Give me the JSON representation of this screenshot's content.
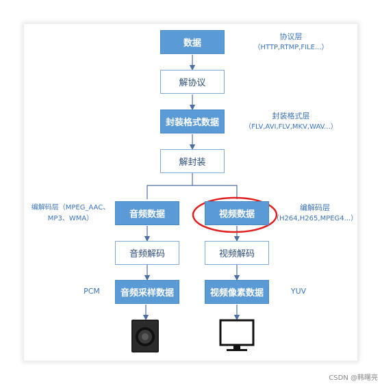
{
  "nodes": {
    "data": "数据",
    "deprotocol": "解协议",
    "container_data": "封装格式数据",
    "demux": "解封装",
    "audio_data": "音频数据",
    "video_data": "视频数据",
    "audio_decode": "音频解码",
    "video_decode": "视频解码",
    "audio_samples": "音频采样数据",
    "video_pixels": "视频像素数据"
  },
  "notes": {
    "protocol_layer": "协议层",
    "protocol_examples": "（HTTP,RTMP,FILE...）",
    "container_layer": "封装格式层",
    "container_examples": "（FLV,AVI,FLV,MKV,WAV...）",
    "audio_codec_layer": "编解码层（MPEG_AAC、",
    "audio_codec_examples": "MP3、WMA）",
    "video_codec_layer": "编解码层",
    "video_codec_examples": "（H264,H265,MPEG4...）",
    "pcm": "PCM",
    "yuv": "YUV"
  },
  "icons": {
    "speaker": "speaker-icon",
    "monitor": "monitor-icon"
  },
  "colors": {
    "filled_box": "#5b9bd5",
    "note_text": "#3a74b8",
    "highlight": "#e02020"
  },
  "watermark": "CSDN @韩曙亮"
}
